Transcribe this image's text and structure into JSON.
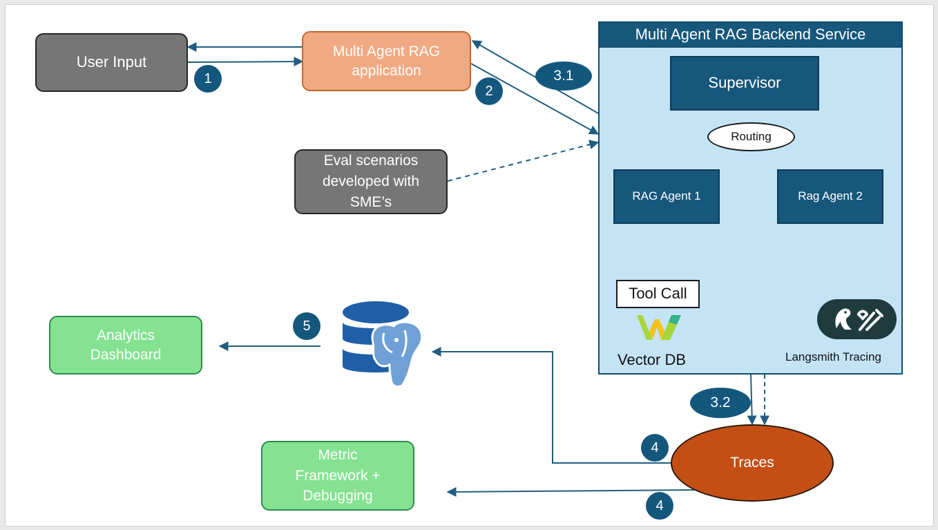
{
  "nodes": {
    "user_input": "User Input",
    "rag_app_line1": "Multi Agent RAG",
    "rag_app_line2": "application",
    "eval_line1": "Eval scenarios",
    "eval_line2": "developed with",
    "eval_line3": "SME’s",
    "backend_title": "Multi Agent RAG Backend Service",
    "supervisor": "Supervisor",
    "routing": "Routing",
    "rag_agent_1": "RAG Agent 1",
    "rag_agent_2": "Rag Agent 2",
    "tool_call": "Tool Call",
    "vector_db": "Vector DB",
    "langsmith": "Langsmith Tracing",
    "analytics_line1": "Analytics",
    "analytics_line2": "Dashboard",
    "metric_line1": "Metric",
    "metric_line2": "Framework +",
    "metric_line3": "Debugging",
    "traces": "Traces"
  },
  "steps": {
    "s1": "1",
    "s2": "2",
    "s31": "3.1",
    "s32": "3.2",
    "s4a": "4",
    "s4b": "4",
    "s5": "5"
  },
  "icons": {
    "database": "postgres-elephant-icon",
    "vector_db_logo": "weaviate-logo-icon",
    "langsmith_logo": "parrot-tools-icon"
  },
  "colors": {
    "navy": "#16577b",
    "light_blue": "#c4e4f6",
    "orange_box": "#f1a983",
    "gray_box": "#767676",
    "green_box": "#84e291",
    "traces": "#c44f14",
    "arrow": "#1f5d80"
  }
}
